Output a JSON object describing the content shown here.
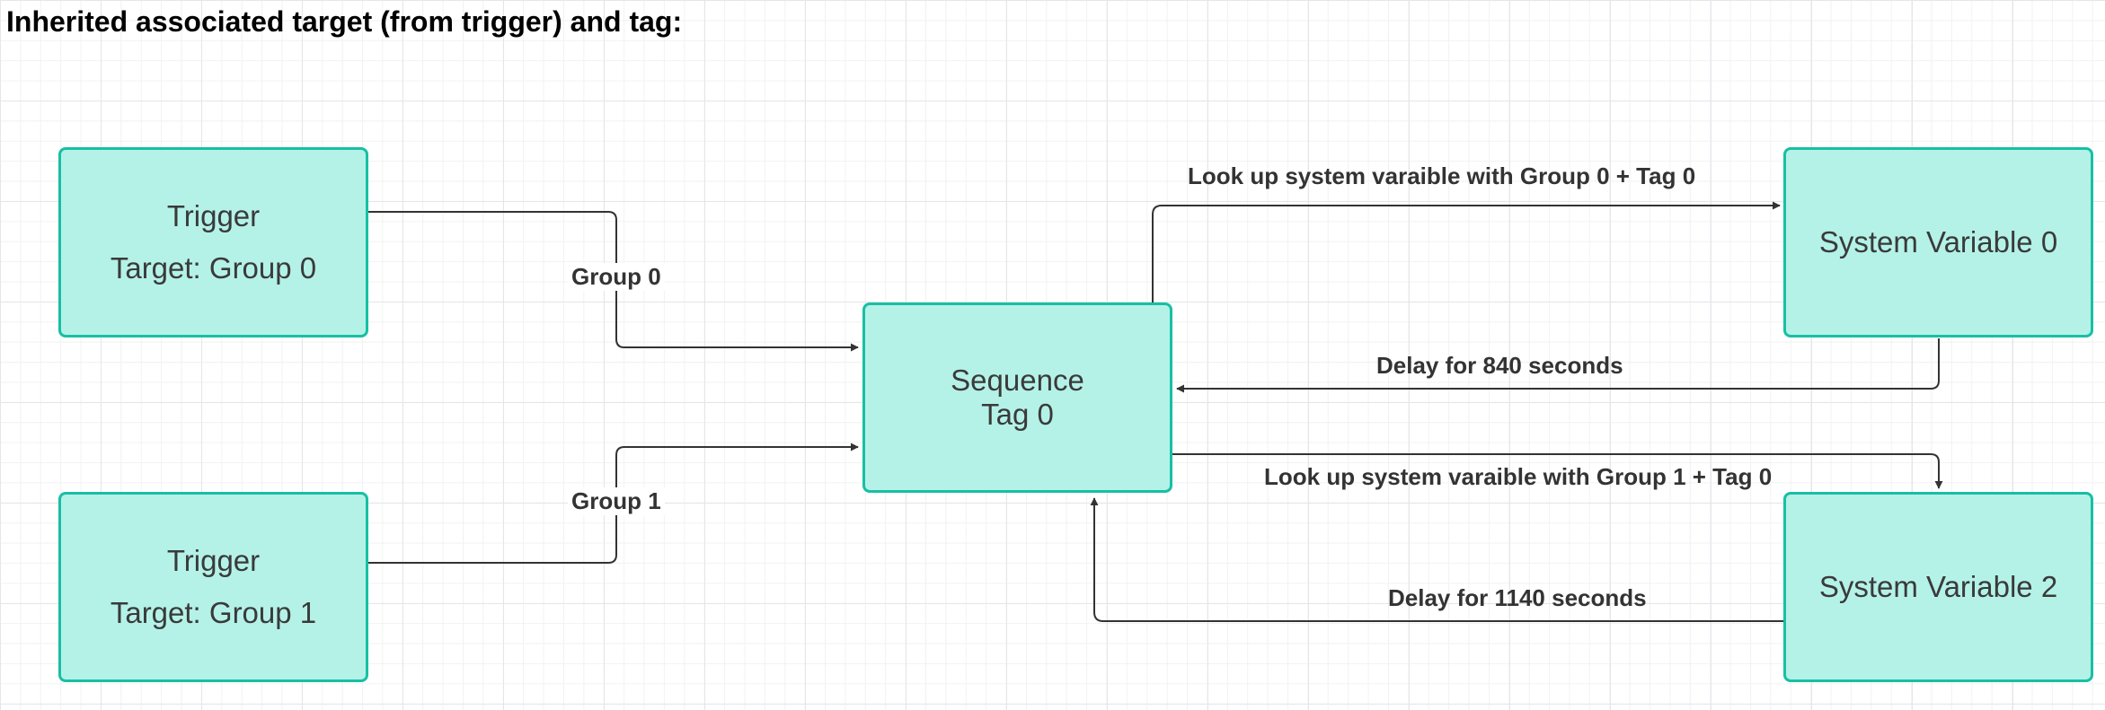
{
  "title": "Inherited associated target (from trigger) and tag:",
  "colors": {
    "node_fill": "#b4f2e8",
    "node_border": "#18bfa4",
    "edge": "#333333"
  },
  "nodes": {
    "trigger_0": {
      "line1": "Trigger",
      "line2": "Target: Group 0"
    },
    "trigger_1": {
      "line1": "Trigger",
      "line2": "Target: Group 1"
    },
    "sequence": {
      "line1": "Sequence",
      "line2": "Tag 0"
    },
    "sysvar_0": {
      "label": "System Variable 0"
    },
    "sysvar_2": {
      "label": "System Variable 2"
    }
  },
  "edges": {
    "group0": "Group 0",
    "group1": "Group 1",
    "lookup0": "Look up system varaible with Group 0 + Tag 0",
    "delay840": "Delay for 840 seconds",
    "lookup1": "Look up system varaible with Group 1 + Tag 0",
    "delay1140": "Delay for 1140 seconds"
  }
}
